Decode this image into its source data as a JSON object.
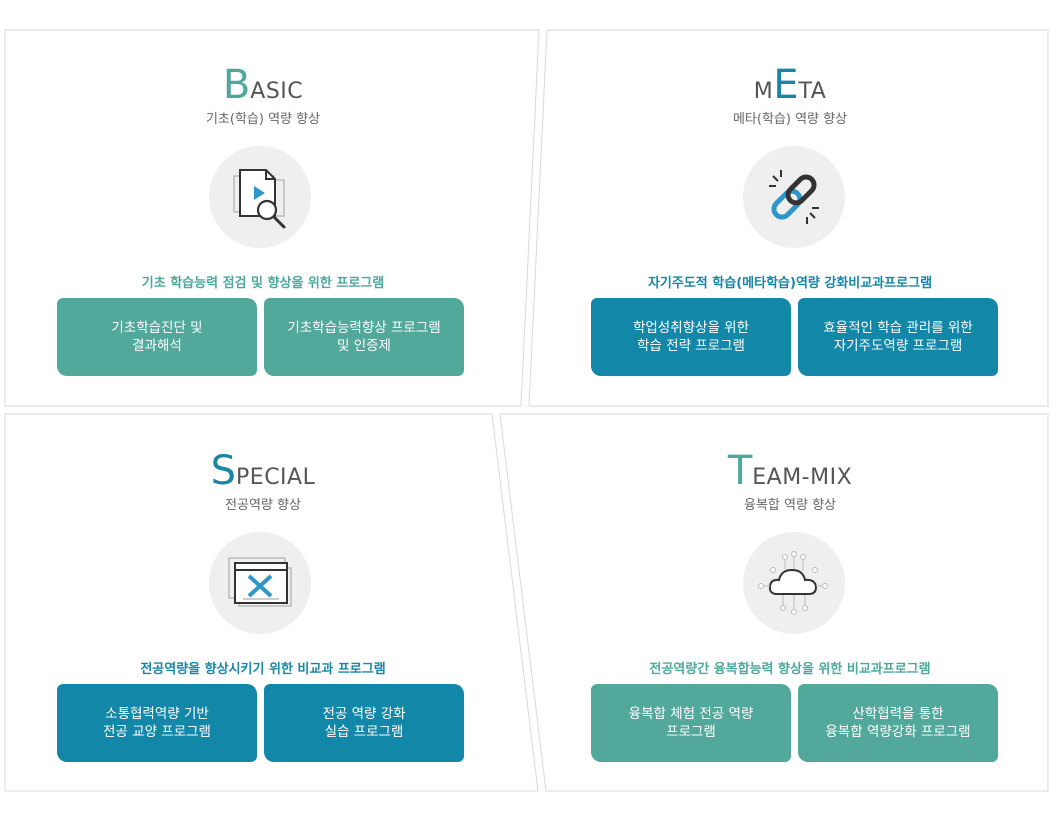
{
  "colors": {
    "teal": "#4fa99b",
    "blue": "#1a86a6",
    "green_button": "#52a99b",
    "blue_button": "#1287a8"
  },
  "panels": [
    {
      "title_initial": "B",
      "title_rest": "ASIC",
      "subtitle": "기초(학습) 역량 향상",
      "icon": "document-search-icon",
      "headline": "기초 학습능력 점검 및 향상을 위한 프로그램",
      "buttons": [
        "기초학습진단 및\n결과해석",
        "기초학습능력향상 프로그램\n및 인증제"
      ]
    },
    {
      "title_pre": "M",
      "title_initial": "E",
      "title_rest": "TA",
      "subtitle": "메타(학습) 역량 향상",
      "icon": "chain-link-icon",
      "headline": "자기주도적 학습(메타학습)역량 강화비교과프로그램",
      "buttons": [
        "학업성취향상을 위한\n학습 전략 프로그램",
        "효율적인 학습 관리를 위한\n자기주도역량 프로그램"
      ]
    },
    {
      "title_initial": "S",
      "title_rest": "PECIAL",
      "subtitle": "전공역량 향상",
      "icon": "design-tools-window-icon",
      "headline": "전공역량을 향상시키기 위한 비교과 프로그램",
      "buttons": [
        "소통협력역량 기반\n전공 교양 프로그램",
        "전공 역량 강화\n실습 프로그램"
      ]
    },
    {
      "title_initial": "T",
      "title_rest": "EAM-MIX",
      "subtitle": "융복합 역량 향상",
      "icon": "cloud-network-icon",
      "headline": "전공역량간 융복합능력 향상을 위한 비교과프로그램",
      "buttons": [
        "융복합 체험 전공 역량\n프로그램",
        "산학협력을 통한\n융복합 역량강화 프로그램"
      ]
    }
  ]
}
